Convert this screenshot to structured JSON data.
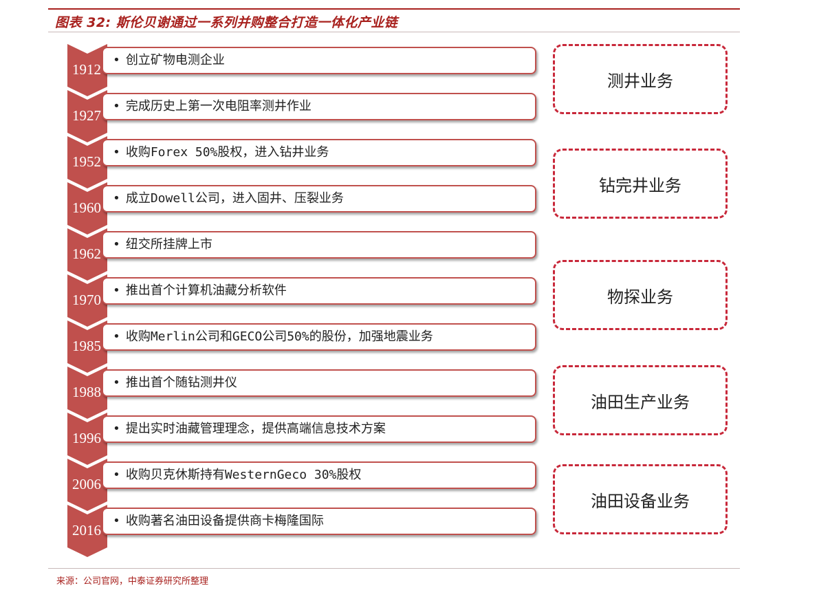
{
  "title": "图表 32:  斯伦贝谢通过一系列并购整合打造一体化产业链",
  "source": "来源：公司官网，中泰证券研究所整理",
  "colors": {
    "accent": "#a8211e",
    "chevron": "#c0504d",
    "dashed": "#c8283a"
  },
  "timeline": [
    {
      "year": "1912",
      "text": "创立矿物电测企业"
    },
    {
      "year": "1927",
      "text": "完成历史上第一次电阻率测井作业"
    },
    {
      "year": "1952",
      "text": "收购Forex 50%股权，进入钻井业务"
    },
    {
      "year": "1960",
      "text": "成立Dowell公司，进入固井、压裂业务"
    },
    {
      "year": "1962",
      "text": "纽交所挂牌上市"
    },
    {
      "year": "1970",
      "text": "推出首个计算机油藏分析软件"
    },
    {
      "year": "1985",
      "text": "收购Merlin公司和GECO公司50%的股份，加强地震业务"
    },
    {
      "year": "1988",
      "text": "推出首个随钻测井仪"
    },
    {
      "year": "1996",
      "text": "提出实时油藏管理理念，提供高端信息技术方案"
    },
    {
      "year": "2006",
      "text": "收购贝克休斯持有WesternGeco 30%股权"
    },
    {
      "year": "2016",
      "text": "收购著名油田设备提供商卡梅隆国际"
    }
  ],
  "categories": [
    {
      "label": "测井业务"
    },
    {
      "label": "钻完井业务"
    },
    {
      "label": "物探业务"
    },
    {
      "label": "油田生产业务"
    },
    {
      "label": "油田设备业务"
    }
  ]
}
